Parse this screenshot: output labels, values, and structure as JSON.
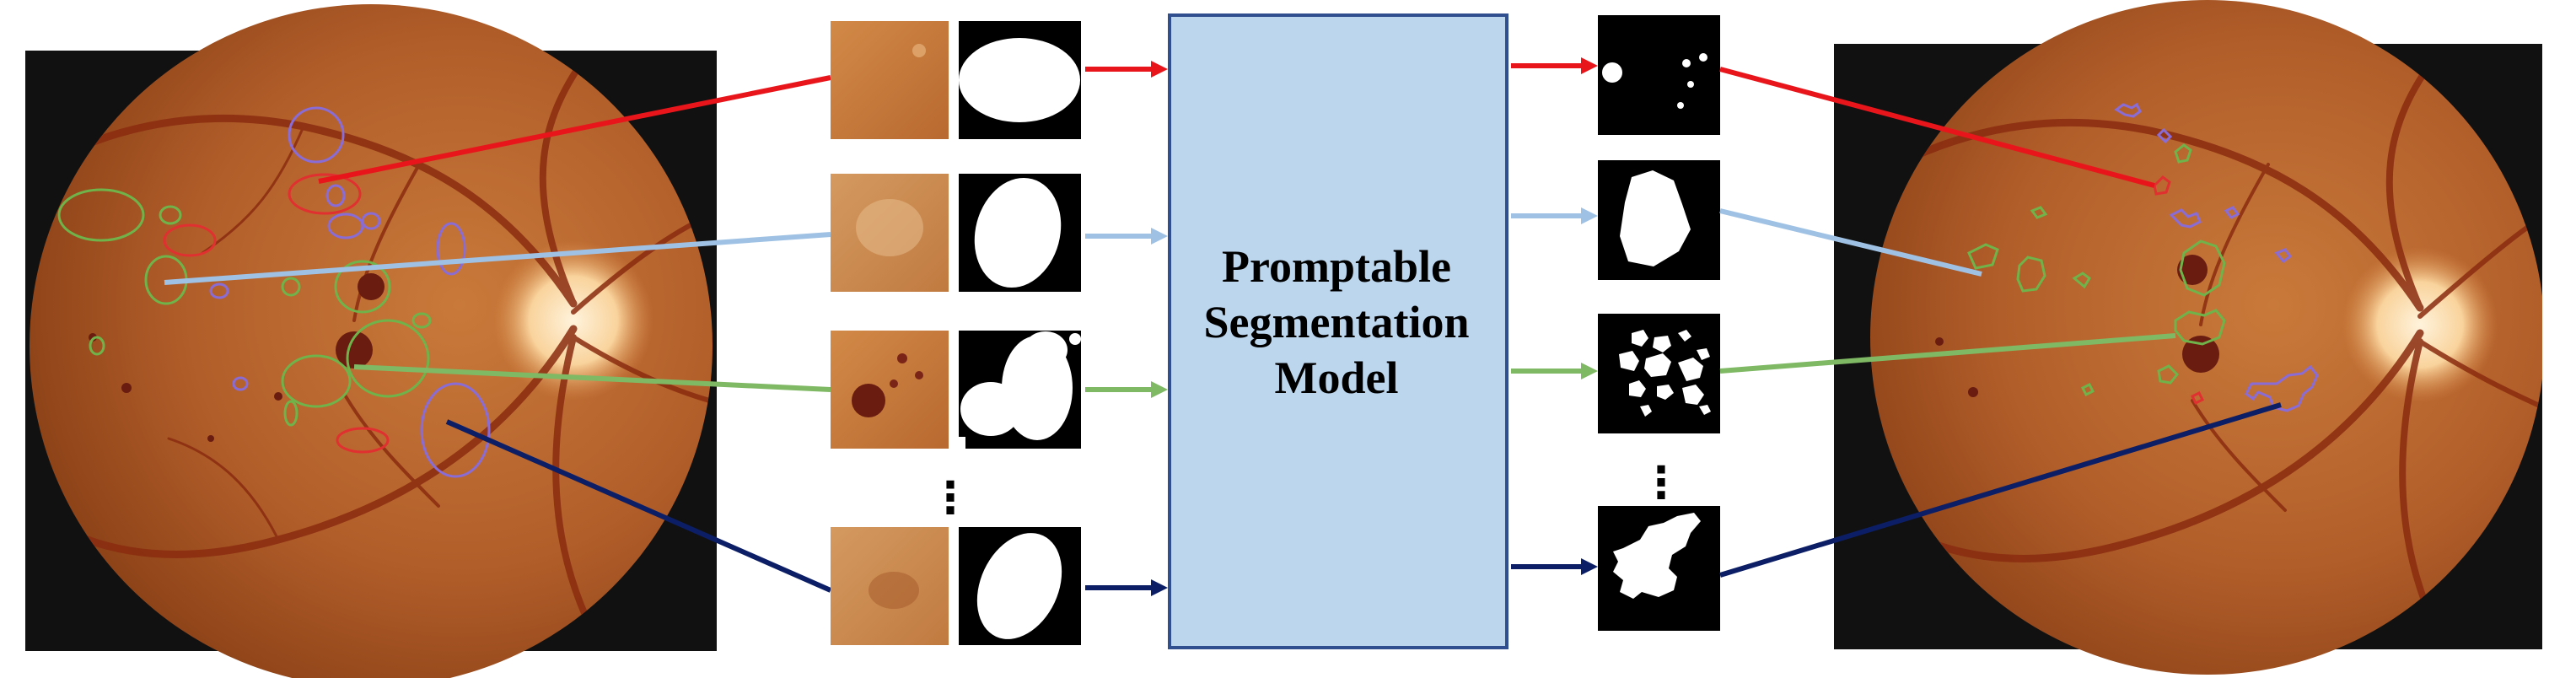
{
  "model": {
    "line1": "Promptable",
    "line2": "Segmentation",
    "line3": "Model",
    "box_fill": "#bcd6ee",
    "box_stroke": "#2f4f8f"
  },
  "prompts": [
    {
      "name": "red",
      "color": "#e8161b"
    },
    {
      "name": "light-blue",
      "color": "#9fc2e4"
    },
    {
      "name": "green",
      "color": "#7fb964"
    },
    {
      "name": "navy",
      "color": "#0c1f66"
    }
  ],
  "ellipsis": "⋮",
  "colors": {
    "fundus": "#b5622b",
    "optic_disc": "#fde4be",
    "contour_green": "#6fb34a",
    "contour_purple": "#8a6cd6",
    "contour_red": "#e03030"
  }
}
